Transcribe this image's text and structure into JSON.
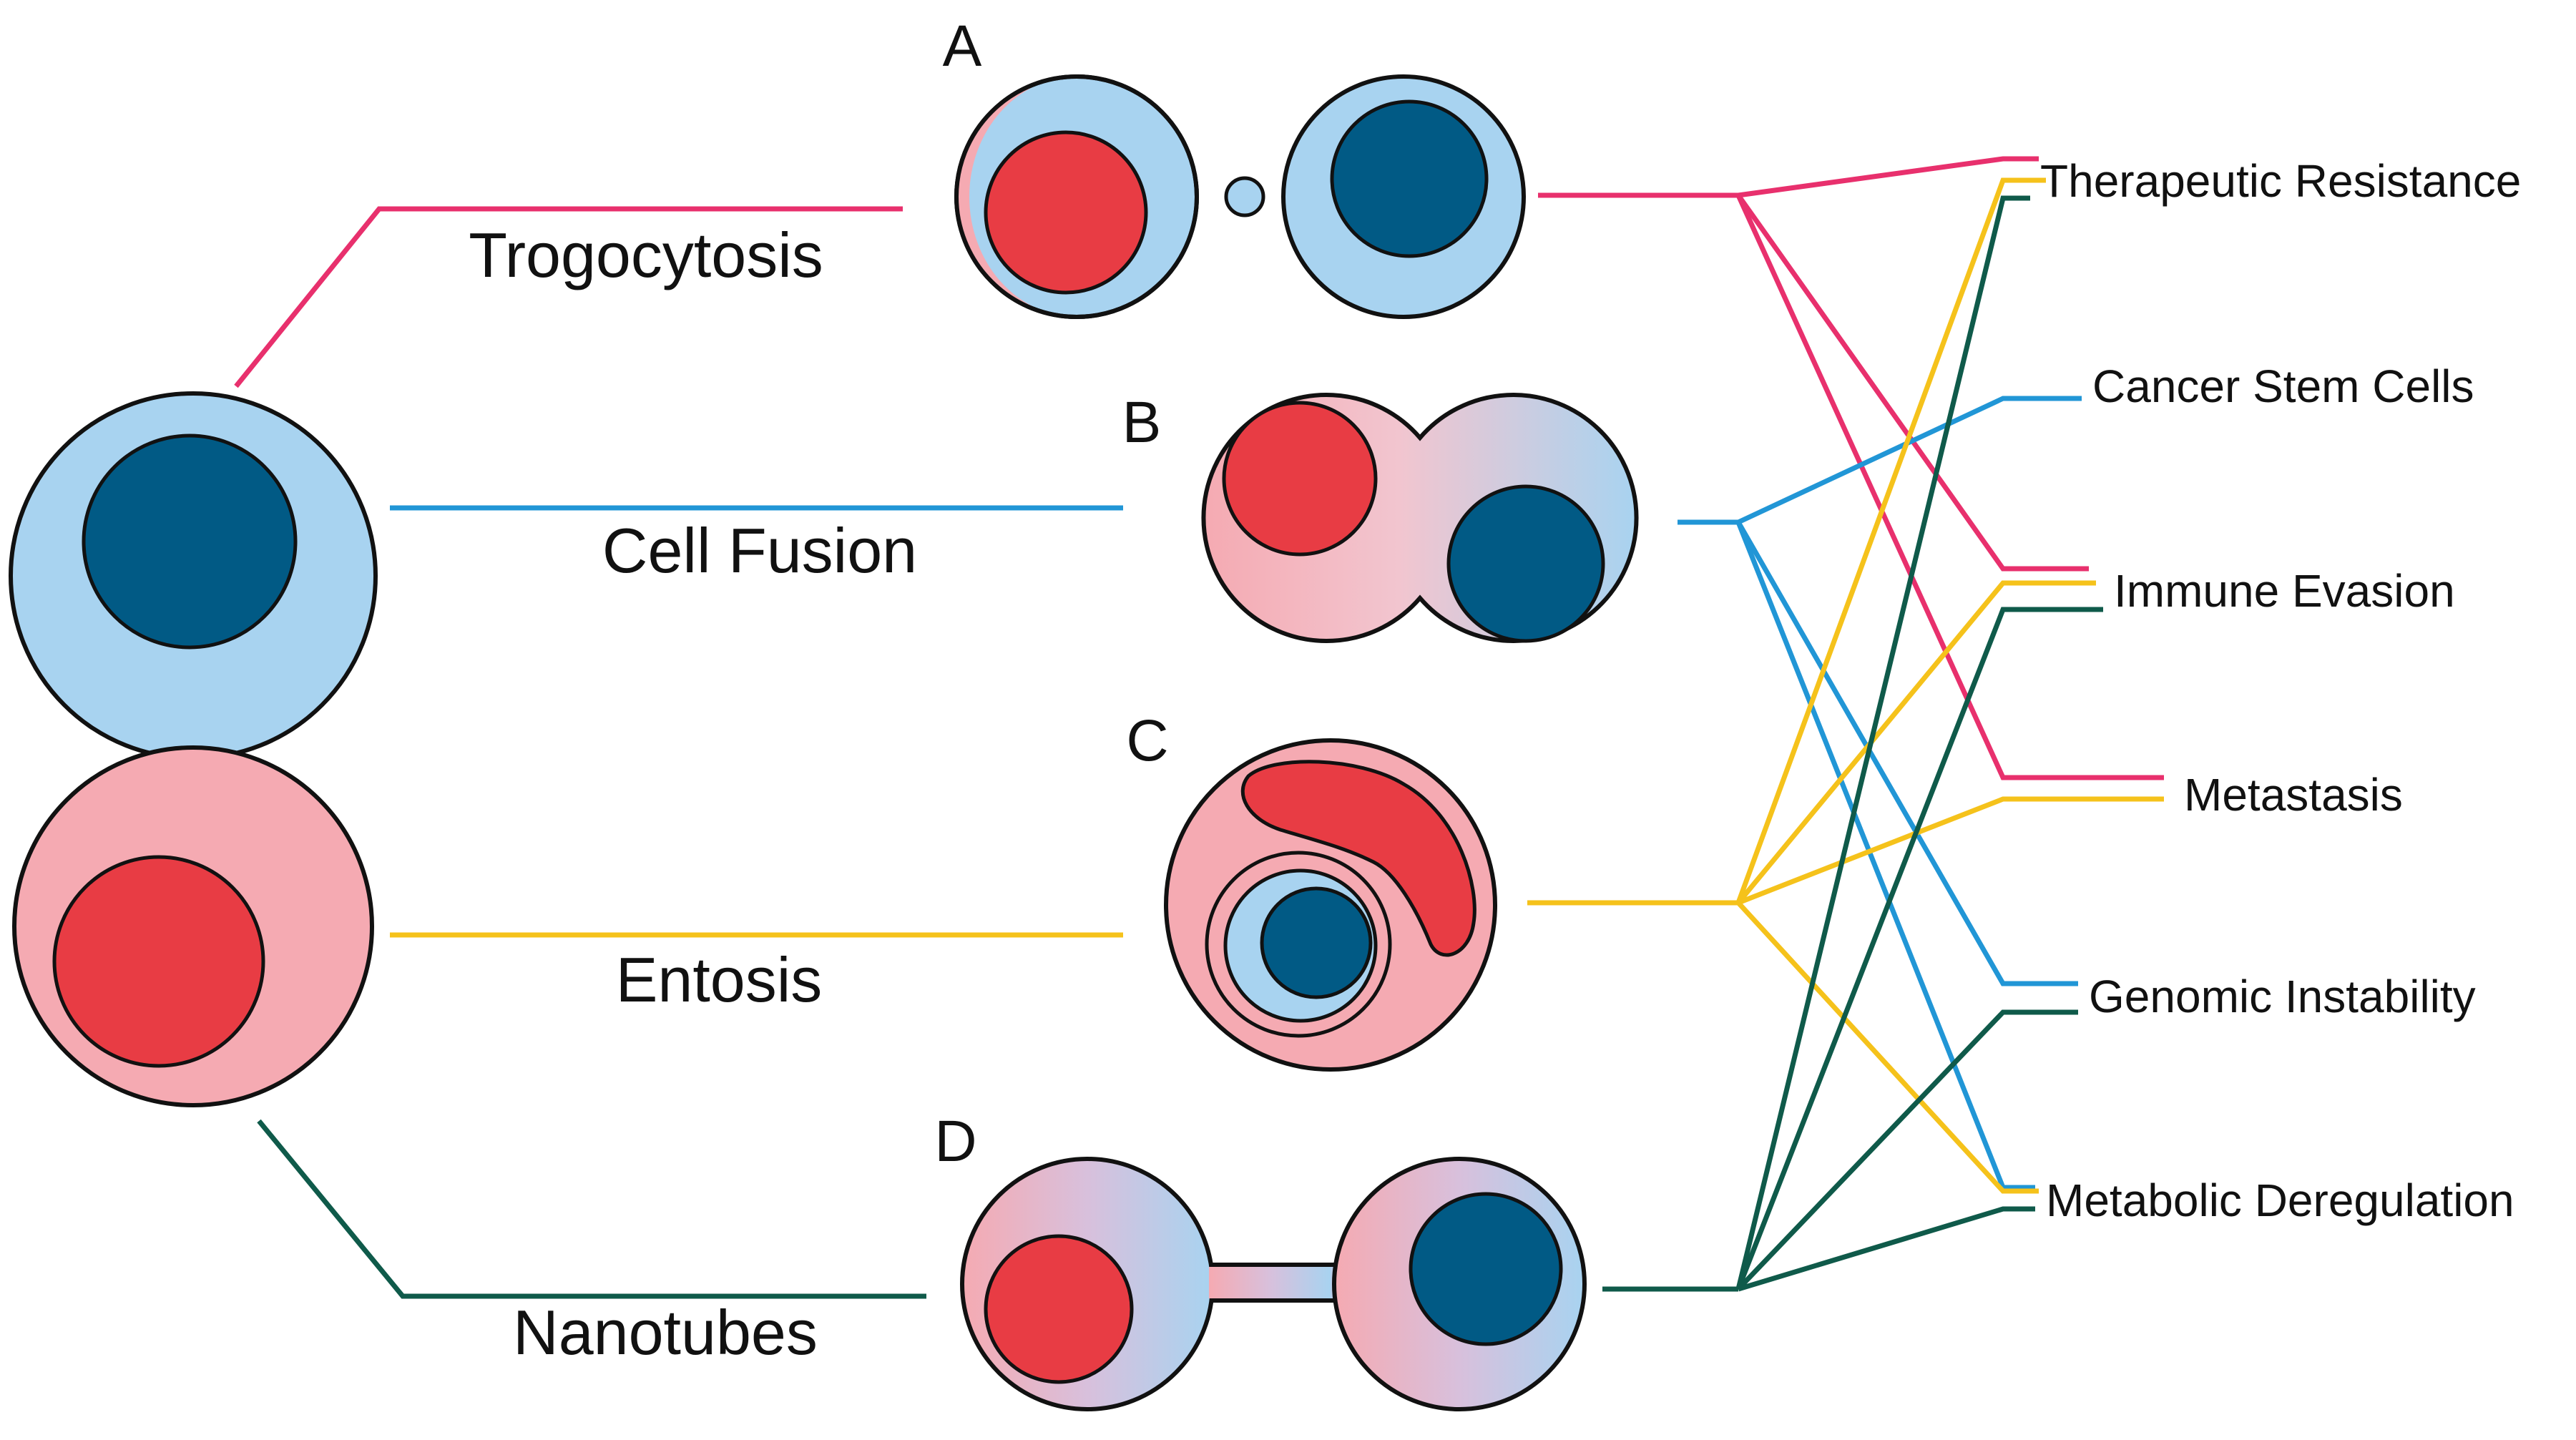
{
  "processes": [
    {
      "id": "A",
      "label": "Trogocytosis",
      "color": "#e8306d"
    },
    {
      "id": "B",
      "label": "Cell Fusion",
      "color": "#2196d6"
    },
    {
      "id": "C",
      "label": "Entosis",
      "color": "#f5c21b"
    },
    {
      "id": "D",
      "label": "Nanotubes",
      "color": "#0f5a4a"
    }
  ],
  "outcomes": [
    "Therapeutic Resistance",
    "Cancer Stem Cells",
    "Immune Evasion",
    "Metastasis",
    "Genomic Instability",
    "Metabolic Deregulation"
  ],
  "colors": {
    "blue_cell": "#a8d3f0",
    "blue_nucleus": "#015a85",
    "red_cell": "#f5aab2",
    "red_nucleus": "#e83c44",
    "outline": "#111111"
  },
  "connections": {
    "A": [
      "Therapeutic Resistance",
      "Immune Evasion",
      "Metastasis"
    ],
    "B": [
      "Cancer Stem Cells",
      "Genomic Instability",
      "Metabolic Deregulation"
    ],
    "C": [
      "Therapeutic Resistance",
      "Immune Evasion",
      "Metastasis",
      "Metabolic Deregulation"
    ],
    "D": [
      "Therapeutic Resistance",
      "Immune Evasion",
      "Genomic Instability",
      "Metabolic Deregulation"
    ]
  }
}
